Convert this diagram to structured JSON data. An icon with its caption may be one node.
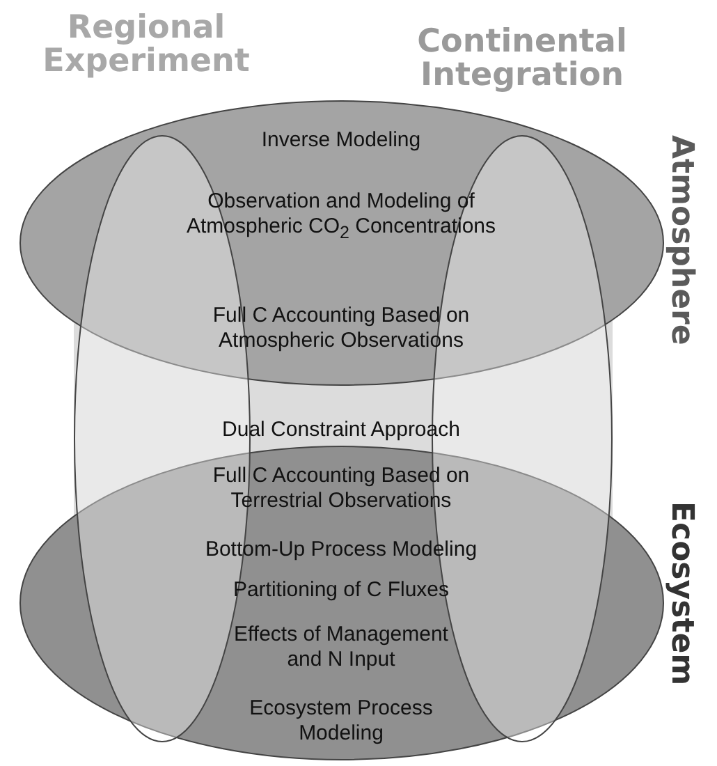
{
  "diagram": {
    "nodes": [
      {
        "text": [
          "Atmosphere"
        ]
      },
      {
        "text": [
          "Ecosystem"
        ]
      },
      {
        "text": [
          "Regional Experiment"
        ]
      },
      {
        "text": [
          "Continental Integration"
        ]
      }
    ],
    "edges": [],
    "labels": [
      "Inverse Modeling",
      "Observation and Modeling of Atmospheric CO$_{2}$ Concentrations",
      "Full C Accounting Based on Atmospheric Observations",
      "Dual Constraint Approach",
      "Full C Accounting Based on Terrestrial Observations",
      "Bottom-Up Process Modeling",
      "Partitioning of C Fluxes",
      "Effects of Management and N Input",
      "Ecosystem Process Modeling"
    ]
  }
}
